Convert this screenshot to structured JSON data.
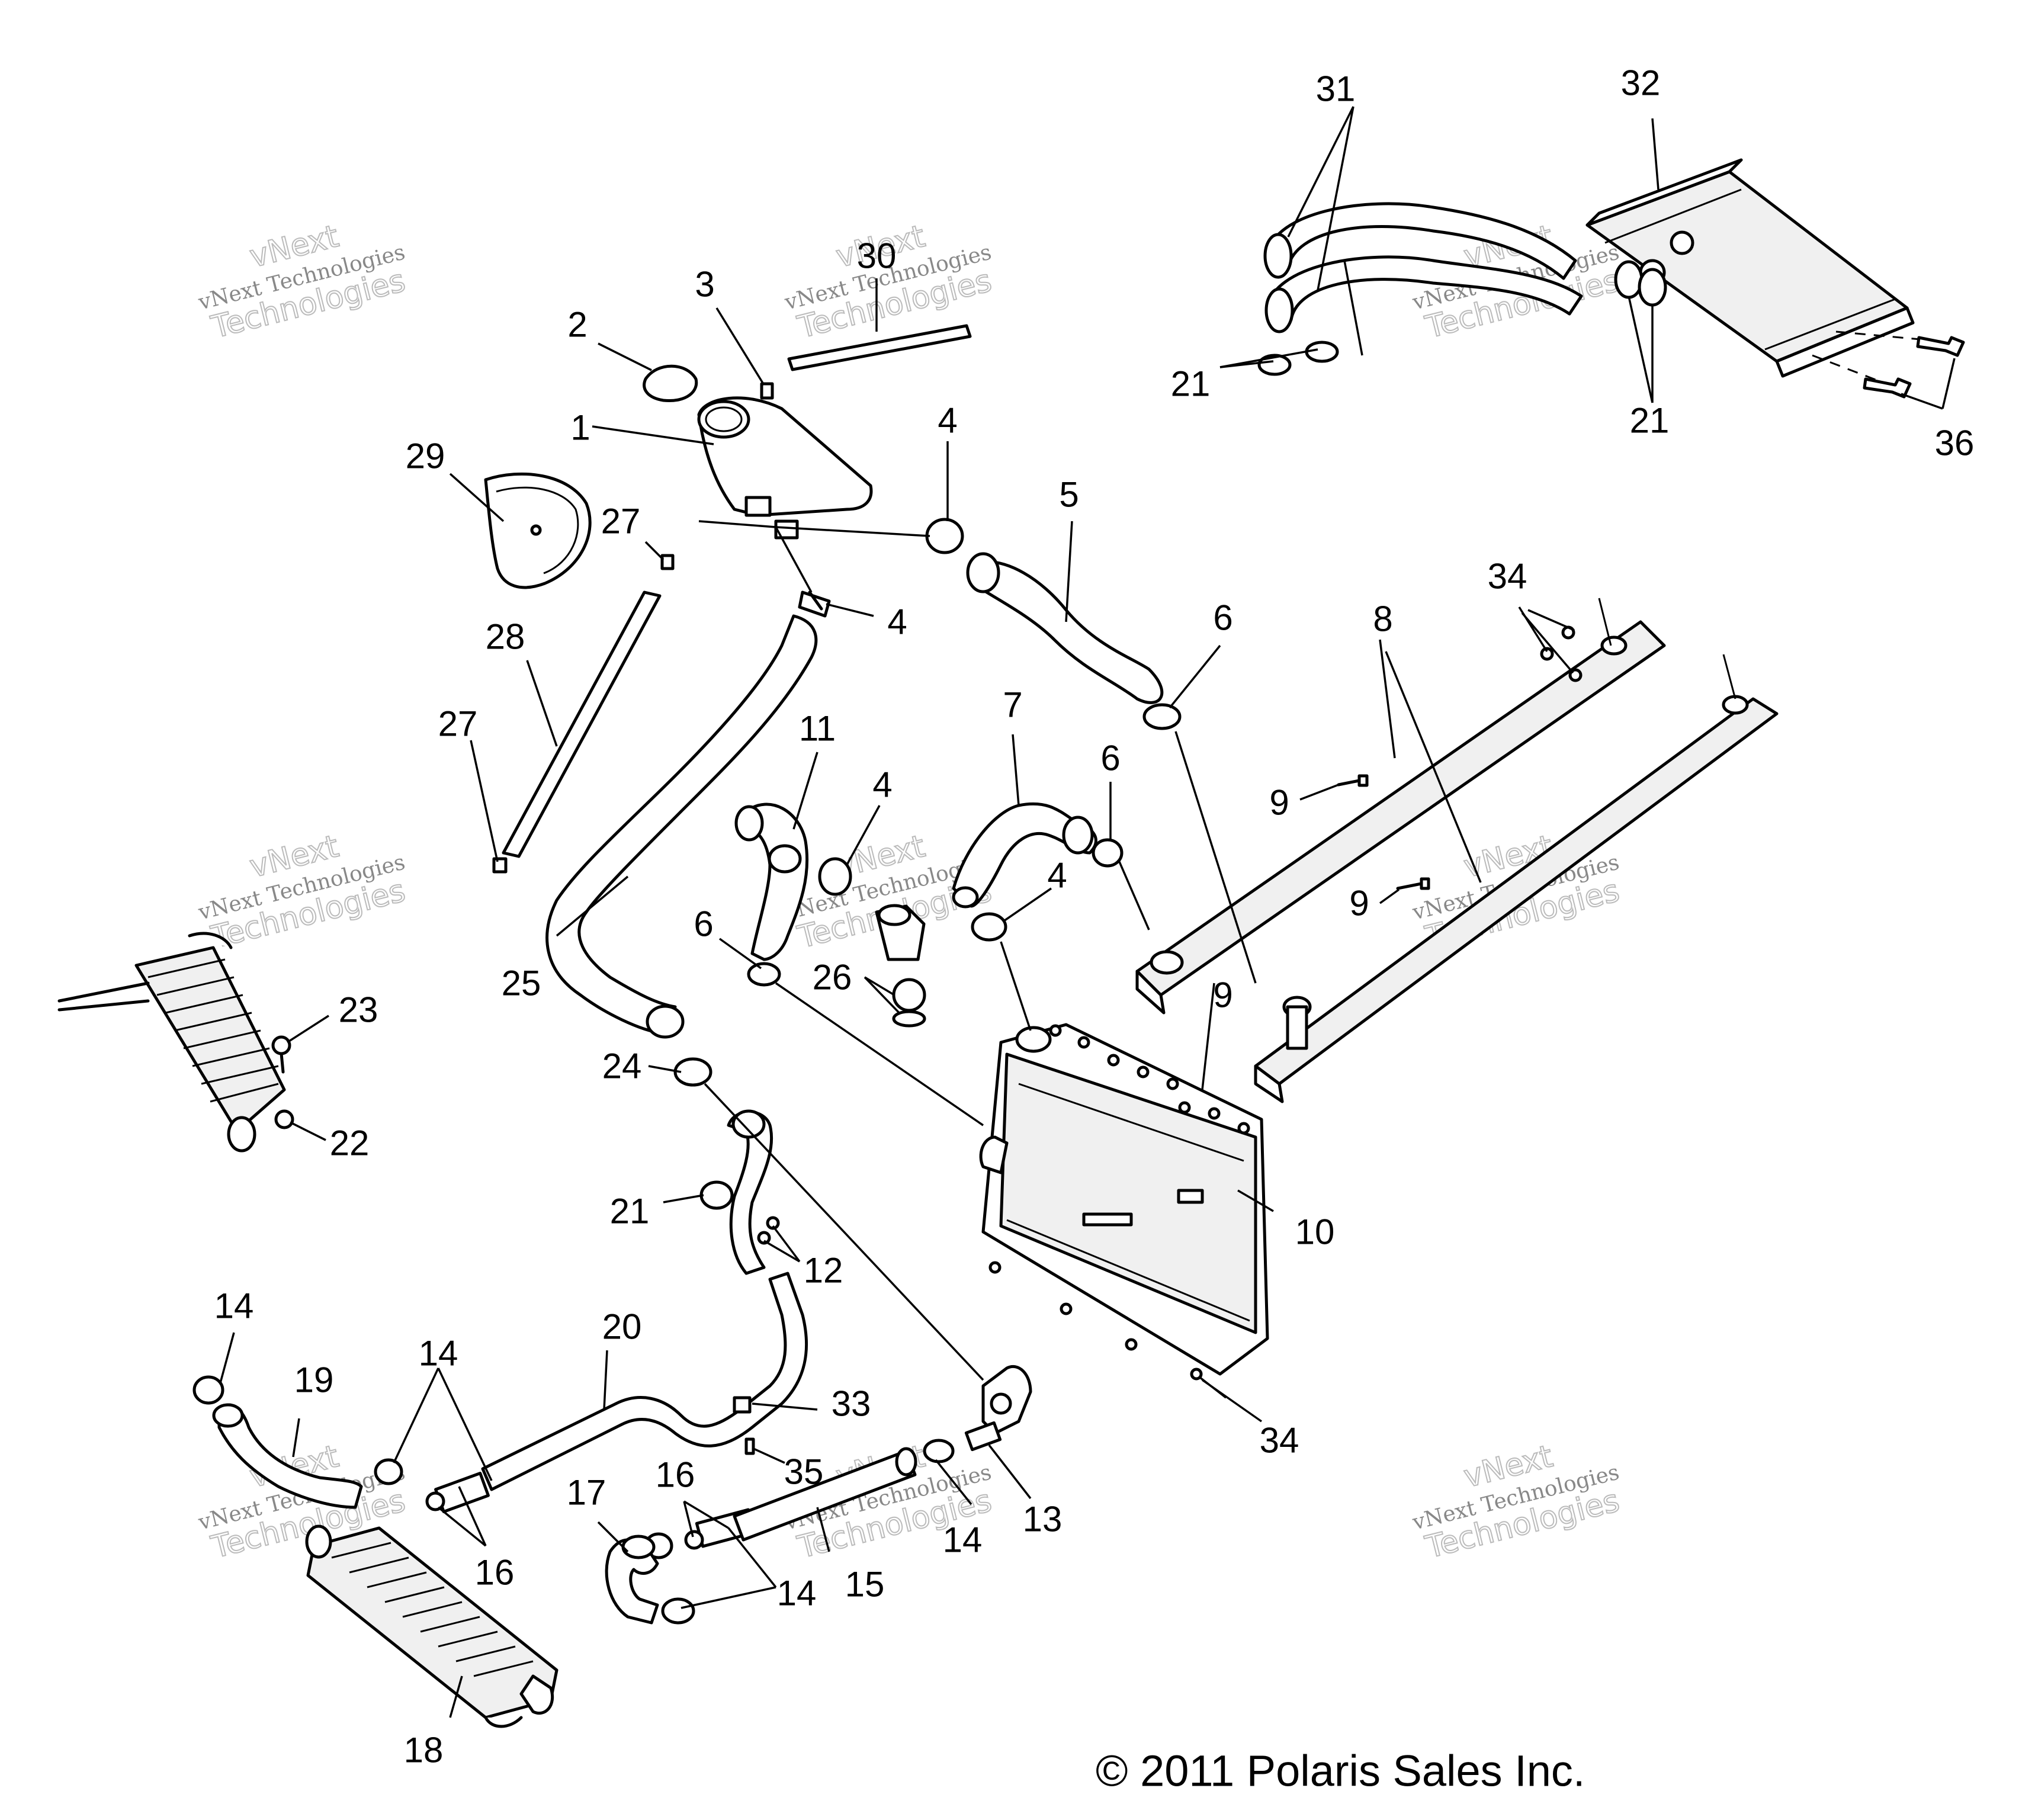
{
  "copyright": "© 2011 Polaris Sales Inc.",
  "watermark": {
    "line0": "vNext",
    "line1": "vNext Technologies",
    "line2": "Technologies"
  },
  "callouts": [
    "1",
    "2",
    "3",
    "4",
    "4",
    "4",
    "4",
    "5",
    "6",
    "6",
    "6",
    "7",
    "8",
    "9",
    "9",
    "9",
    "10",
    "11",
    "12",
    "13",
    "14",
    "14",
    "14",
    "14",
    "15",
    "16",
    "16",
    "17",
    "18",
    "19",
    "20",
    "21",
    "21",
    "21",
    "22",
    "23",
    "24",
    "25",
    "26",
    "27",
    "27",
    "28",
    "29",
    "30",
    "31",
    "32",
    "33",
    "34",
    "34",
    "35",
    "36"
  ]
}
